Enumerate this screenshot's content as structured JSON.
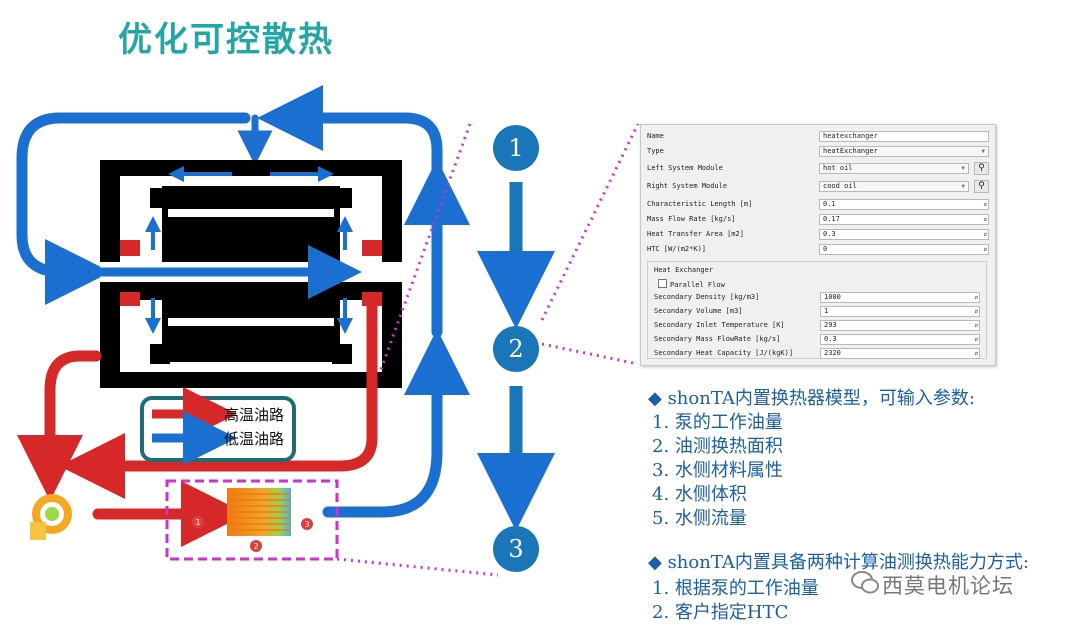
{
  "title": "优化可控散热",
  "legend": {
    "high_temp": "高温油路",
    "low_temp": "低温油路",
    "high_color": "#d62828",
    "low_color": "#1a6fd1"
  },
  "steps": [
    "1",
    "2",
    "3"
  ],
  "circuit_markers": [
    "1",
    "2",
    "3"
  ],
  "panel": {
    "rows": [
      {
        "label": "Name",
        "value": "heatexchanger",
        "kind": "text"
      },
      {
        "label": "Type",
        "value": "heatExchanger",
        "kind": "drop"
      },
      {
        "label": "Left System Module",
        "value": "hot oil",
        "kind": "drop-search"
      },
      {
        "label": "Right System Module",
        "value": "cood oil",
        "kind": "drop-search"
      },
      {
        "label": "Characteristic Length [m]",
        "value": "0.1",
        "kind": "spin"
      },
      {
        "label": "Mass Flow Rate [kg/s]",
        "value": "0.17",
        "kind": "spin"
      },
      {
        "label": "Heat Transfer Area [m2]",
        "value": "0.3",
        "kind": "spin"
      },
      {
        "label": "HTC [W/(m2*K)]",
        "value": "0",
        "kind": "spin"
      }
    ],
    "group_title": "Heat Exchanger",
    "parallel_flow": "Parallel Flow",
    "group_rows": [
      {
        "label": "Secondary Density [kg/m3]",
        "value": "1000"
      },
      {
        "label": "Secondary Volume [m3]",
        "value": "1"
      },
      {
        "label": "Secondary Inlet Temperature [K]",
        "value": "293"
      },
      {
        "label": "Secondary Mass FlowRate [kg/s]",
        "value": "0.3"
      },
      {
        "label": "Secondary Heat Capacity [J/(kgK)]",
        "value": "2320"
      }
    ]
  },
  "section1": {
    "heading": "◆ shonTA内置换热器模型，可输入参数:",
    "items": [
      "1.  泵的工作油量",
      "2.  油测换热面积",
      "3.  水侧材料属性",
      "4.  水侧体积",
      "5.  水侧流量"
    ]
  },
  "section2": {
    "heading": "◆ shonTA内置具备两种计算油测换热能力方式:",
    "items": [
      "1.  根据泵的工作油量",
      "2.  客户指定HTC"
    ]
  },
  "watermark": "西莫电机论坛"
}
